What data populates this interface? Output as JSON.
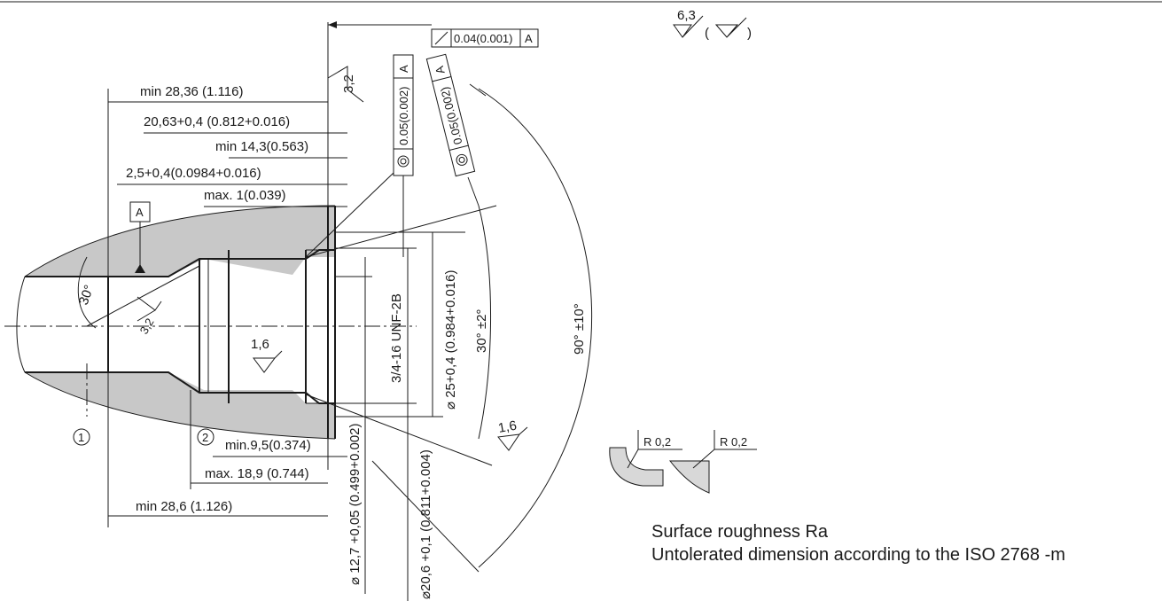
{
  "dimensions": {
    "overall_min": "min 28,36 (1.116)",
    "thread_depth": "20,63+0,4 (0.812+0.016)",
    "min_thread_len": "min 14,3(0.563)",
    "counterbore_depth": "2,5+0,4(0.0984+0.016)",
    "max_chamfer": "max. 1(0.039)",
    "min_recess": "min.9,5(0.374)",
    "max_recess": "max. 18,9 (0.744)",
    "min_total": "min 28,6 (1.126)",
    "drill_dia": "⌀ 12,7 +0,05 (0.499+0.002)",
    "thread_minor_dia": "⌀20,6 +0,1 (0.811+0.004)",
    "thread_spec": "3/4-16 UNF-2B",
    "spot_face_dia": "⌀ 25+0,4 (0.984+0.016)",
    "angle_spot": "30° ±2°",
    "angle_seal": "90° ±10°",
    "angle_drill": "30°"
  },
  "tolerances": {
    "runout": "0.04(0.001)",
    "runout_datum": "A",
    "concentricity_1": "0.05(0.002)",
    "concentricity_1_datum": "A",
    "concentricity_2": "0.05(0.002)",
    "concentricity_2_datum": "A",
    "datum_label": "A"
  },
  "surface_finish": {
    "face": "3,2",
    "bore": "3,2",
    "thread": "1,6",
    "seal_face": "1,6",
    "general": "6,3"
  },
  "markers": {
    "marker_1": "1",
    "marker_2": "2"
  },
  "details": {
    "radius_1": "R 0,2",
    "radius_2": "R 0,2"
  },
  "notes": {
    "line1": "Surface roughness Ra",
    "line2": "Untolerated dimension according to the ISO 2768 -m"
  }
}
